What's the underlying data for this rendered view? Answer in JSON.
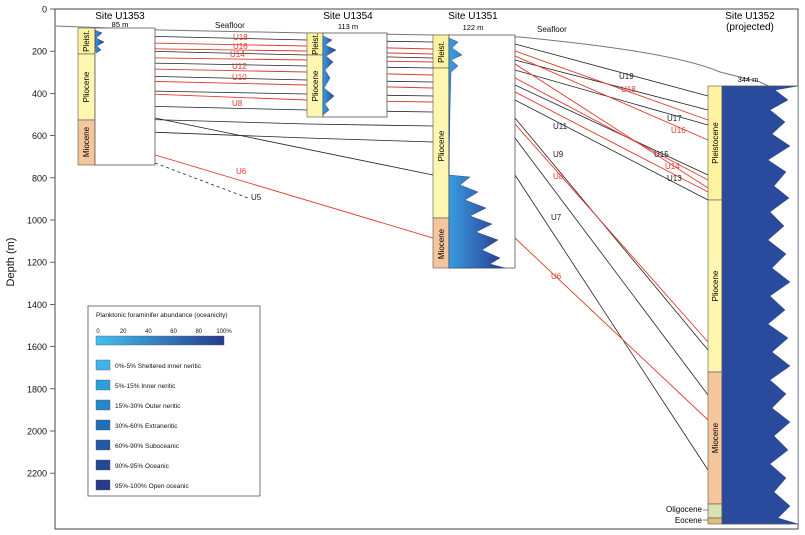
{
  "axis": {
    "ylabel": "Depth (m)",
    "ticks": [
      "0",
      "200",
      "400",
      "600",
      "800",
      "1000",
      "1200",
      "1400",
      "1600",
      "1800",
      "2000",
      "2200"
    ]
  },
  "seafloor_label": "Seafloor",
  "sites": [
    {
      "name": "Site U1353",
      "water_depth": "85 m"
    },
    {
      "name": "Site U1354",
      "water_depth": "113 m"
    },
    {
      "name": "Site U1351",
      "water_depth": "122 m"
    },
    {
      "name": "Site U1352",
      "subtitle": "(projected)",
      "water_depth": "344 m"
    }
  ],
  "epochs": {
    "pleist_short": "Pleist.",
    "pleistocene": "Pleistocene",
    "pliocene": "Pliocene",
    "miocene": "Miocene",
    "oligocene": "Oligocene",
    "eocene": "Eocene"
  },
  "horizons_red": [
    "U18",
    "U16",
    "U14",
    "U12",
    "U10",
    "U8",
    "U6"
  ],
  "horizons_black": [
    "U5",
    "U19",
    "U17",
    "U15",
    "U13",
    "U11",
    "U9",
    "U7"
  ],
  "right_labels_red": [
    "U18",
    "U16",
    "U14",
    "U8",
    "U6"
  ],
  "legend": {
    "title": "Planktonic foraminifer abundance (oceanicity)",
    "scale": [
      "0",
      "20",
      "40",
      "60",
      "80",
      "100%"
    ],
    "items": [
      {
        "label": "0%-5% Sheltered inner neritic",
        "color": "#3fb4ea"
      },
      {
        "label": "5%-15% Inner neritic",
        "color": "#2c9fdc"
      },
      {
        "label": "15%-30% Outer neritic",
        "color": "#2488cb"
      },
      {
        "label": "30%-60% Extraneritic",
        "color": "#1f6fb8"
      },
      {
        "label": "60%-90% Suboceanic",
        "color": "#1f5aa6"
      },
      {
        "label": "90%-95% Oceanic",
        "color": "#24479a"
      },
      {
        "label": "95%-100% Open oceanic",
        "color": "#283a8e"
      }
    ]
  },
  "colors": {
    "pleistocene": "#fff3a0",
    "pliocene": "#fff6b0",
    "miocene": "#f5c69b",
    "oligocene": "#d9e3b0",
    "eocene": "#e0c078",
    "red_horizon": "#e23b2e",
    "black_horizon": "#222222"
  }
}
